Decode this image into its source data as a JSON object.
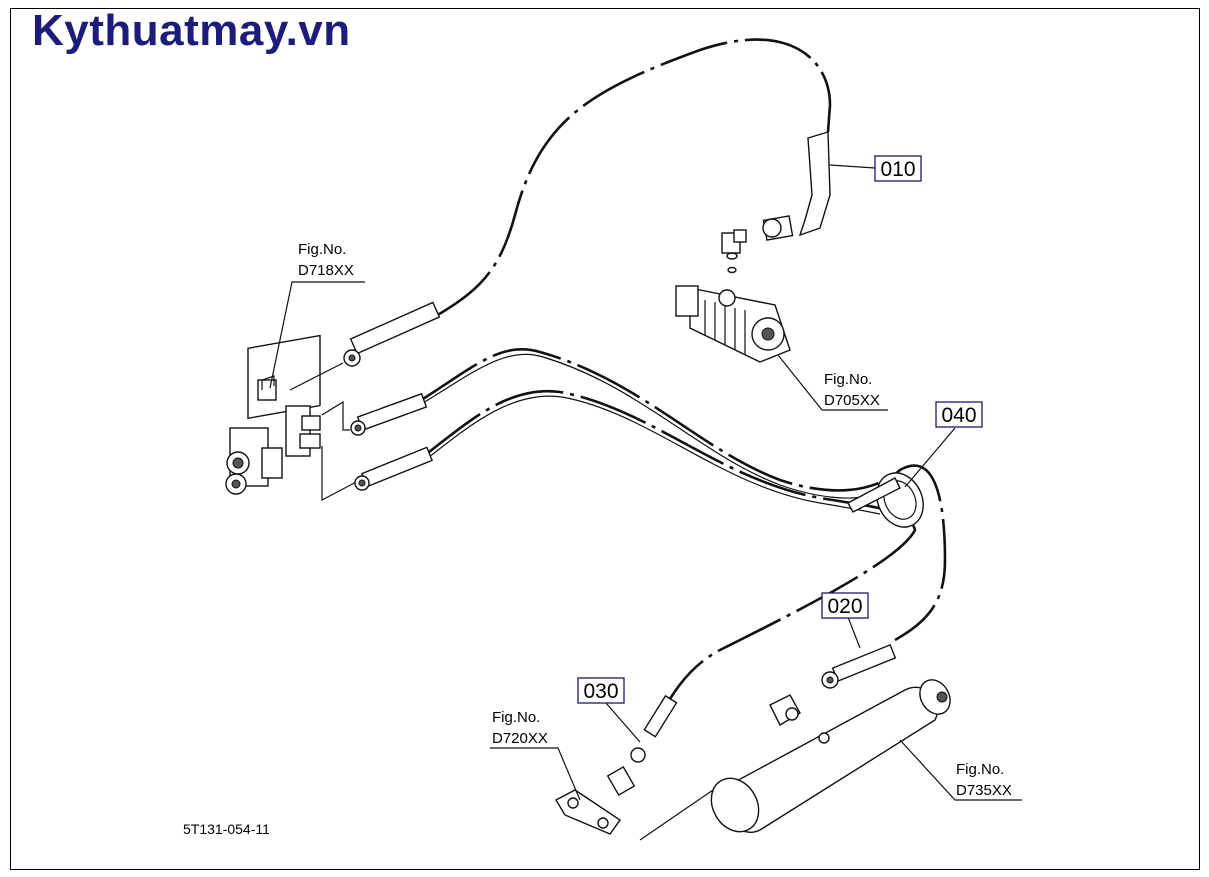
{
  "brand": {
    "text": "Kythuatmay.vn",
    "color": "#1c1c7a"
  },
  "drawing_code": "5T131-054-11",
  "parts": [
    {
      "id": "part-010",
      "number": "010"
    },
    {
      "id": "part-020",
      "number": "020"
    },
    {
      "id": "part-030",
      "number": "030"
    },
    {
      "id": "part-040",
      "number": "040"
    }
  ],
  "figure_refs": [
    {
      "id": "fig-d718",
      "line1": "Fig.No.",
      "line2": "D718XX"
    },
    {
      "id": "fig-d705",
      "line1": "Fig.No.",
      "line2": "D705XX"
    },
    {
      "id": "fig-d720",
      "line1": "Fig.No.",
      "line2": "D720XX"
    },
    {
      "id": "fig-d735",
      "line1": "Fig.No.",
      "line2": "D735XX"
    }
  ]
}
